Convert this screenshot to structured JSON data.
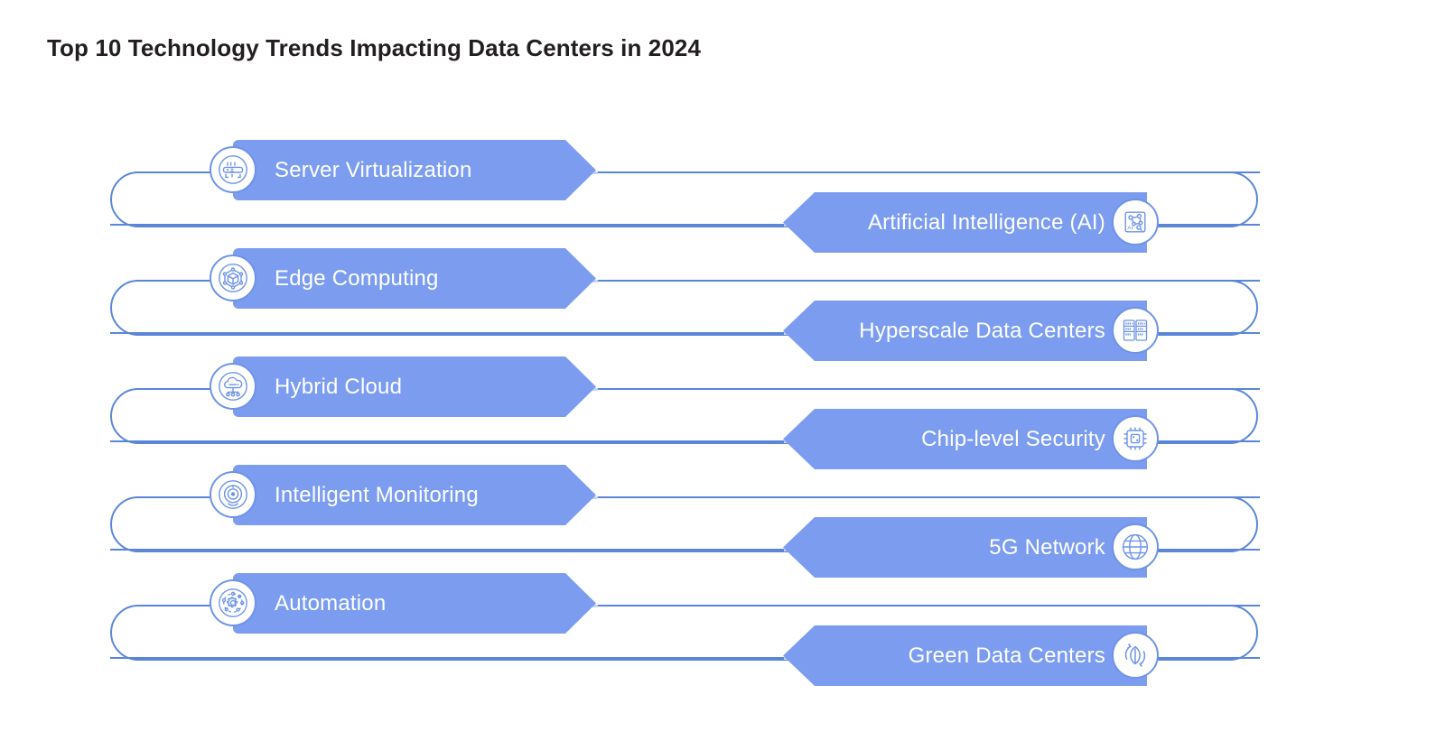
{
  "title": "Top 10 Technology Trends Impacting Data Centers in 2024",
  "theme": {
    "banner_fill": "#7b9cef",
    "outline_stroke": "#5b86d8",
    "connector_dot": "#c6d4f2",
    "label_color": "#ffffff",
    "title_color": "#231f20",
    "background": "#ffffff"
  },
  "rows": [
    {
      "left": {
        "label": "Server Virtualization",
        "icon": "server-virtualization-icon"
      },
      "right": {
        "label": "Artificial Intelligence (AI)",
        "icon": "ai-chip-icon"
      }
    },
    {
      "left": {
        "label": "Edge Computing",
        "icon": "edge-cube-icon"
      },
      "right": {
        "label": "Hyperscale Data Centers",
        "icon": "server-racks-icon"
      }
    },
    {
      "left": {
        "label": "Hybrid Cloud",
        "icon": "cloud-network-icon"
      },
      "right": {
        "label": "Chip-level Security",
        "icon": "microchip-icon"
      }
    },
    {
      "left": {
        "label": "Intelligent Monitoring",
        "icon": "target-monitor-icon"
      },
      "right": {
        "label": "5G Network",
        "icon": "globe-icon"
      }
    },
    {
      "left": {
        "label": "Automation",
        "icon": "gear-orbit-icon"
      },
      "right": {
        "label": "Green Data Centers",
        "icon": "leaf-recycle-icon"
      }
    }
  ]
}
